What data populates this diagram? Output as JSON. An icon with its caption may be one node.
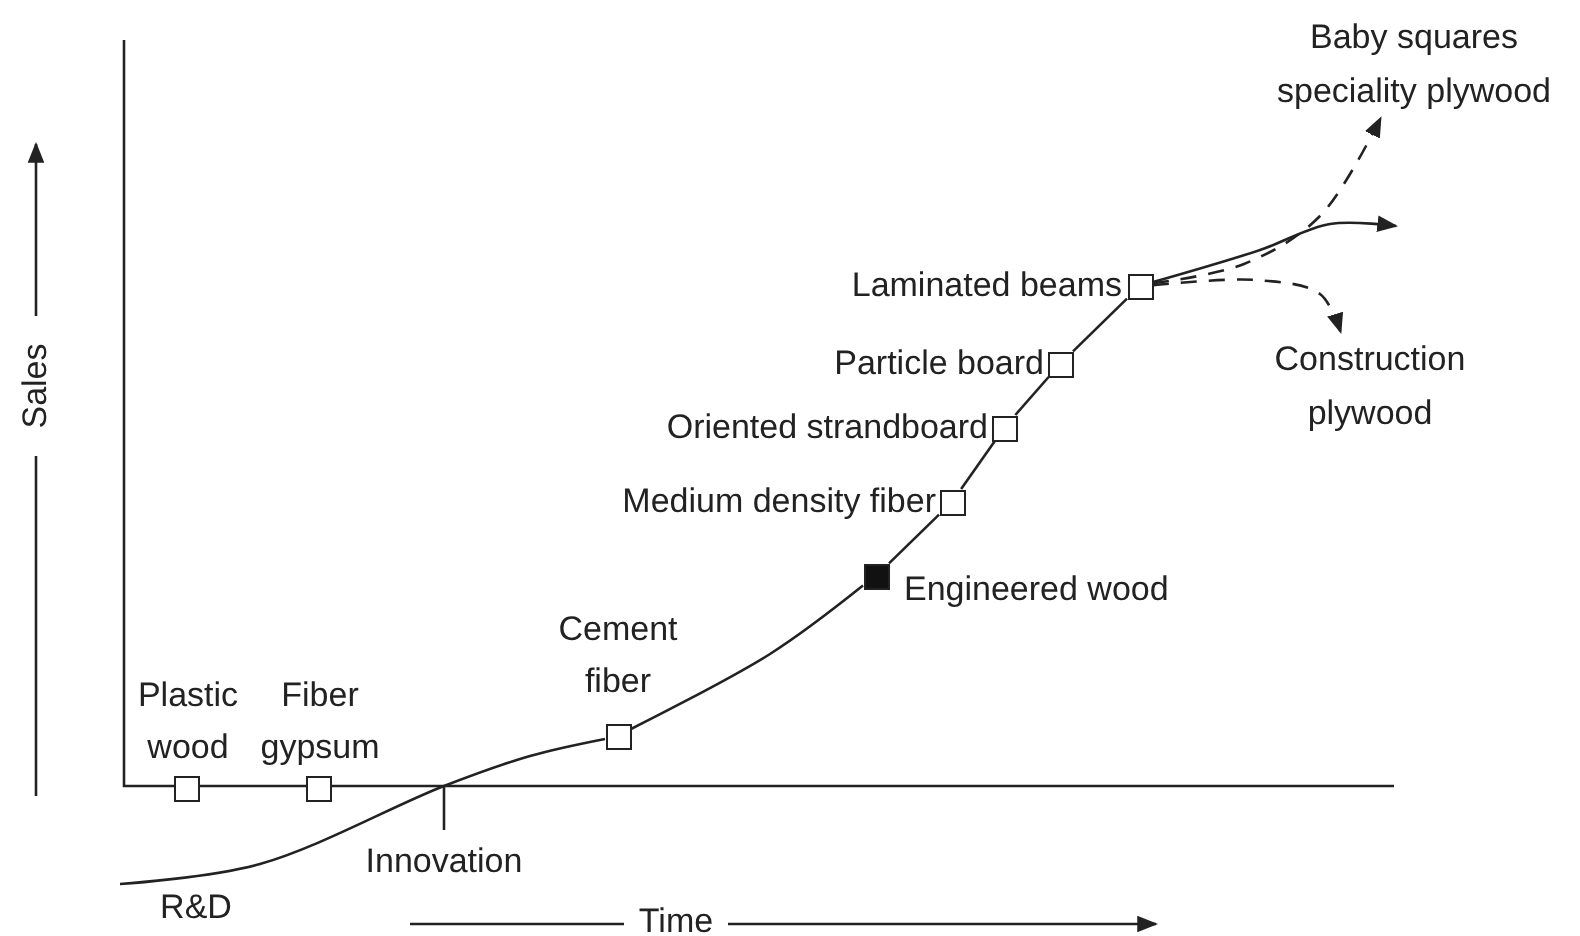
{
  "diagram": {
    "nodes": [
      {
        "text": [
          "Plastic wood"
        ]
      },
      {
        "text": [
          "Fiber gypsum"
        ]
      },
      {
        "text": [
          "Cement fiber"
        ]
      },
      {
        "text": [
          "Engineered wood"
        ]
      },
      {
        "text": [
          "Medium density fiber"
        ]
      },
      {
        "text": [
          "Oriented strandboard"
        ]
      },
      {
        "text": [
          "Particle board"
        ]
      },
      {
        "text": [
          "Laminated beams"
        ]
      },
      {
        "text": [
          "Baby squares speciality plywood"
        ]
      },
      {
        "text": [
          "Construction plywood"
        ]
      }
    ],
    "edges": [
      {
        "from": null,
        "to": 2,
        "arrow": "none"
      },
      {
        "from": 2,
        "to": 3,
        "arrow": "none"
      },
      {
        "from": 3,
        "to": 4,
        "arrow": "none"
      },
      {
        "from": 4,
        "to": 5,
        "arrow": "none"
      },
      {
        "from": 5,
        "to": 6,
        "arrow": "none"
      },
      {
        "from": 6,
        "to": 7,
        "arrow": "none"
      },
      {
        "from": 7,
        "to": 8,
        "arrow": "to",
        "style": "dashed"
      },
      {
        "from": 7,
        "to": null,
        "arrow": "to"
      },
      {
        "from": 7,
        "to": 9,
        "arrow": "to",
        "style": "dashed"
      }
    ],
    "labels": [
      "Sales",
      "Innovation",
      "R&D",
      "Time"
    ]
  }
}
